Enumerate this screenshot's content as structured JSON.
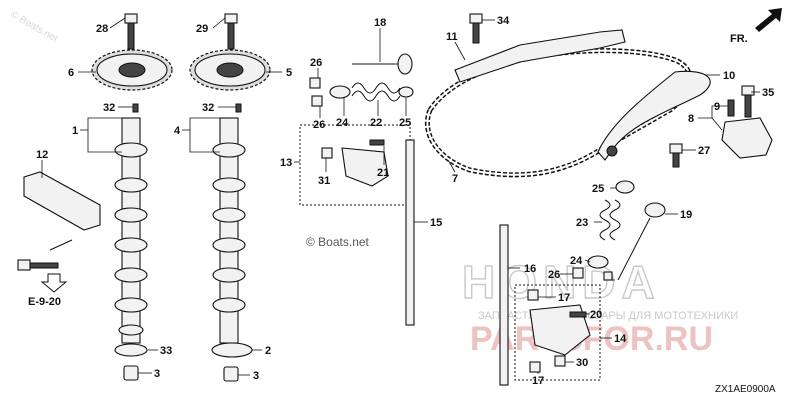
{
  "callouts": {
    "c1": "1",
    "c2": "2",
    "c3a": "3",
    "c3b": "3",
    "c4": "4",
    "c5": "5",
    "c6": "6",
    "c7": "7",
    "c8": "8",
    "c9": "9",
    "c10": "10",
    "c11": "11",
    "c12": "12",
    "c13": "13",
    "c14": "14",
    "c15": "15",
    "c16": "16",
    "c17a": "17",
    "c17b": "17",
    "c18": "18",
    "c19": "19",
    "c20": "20",
    "c21": "21",
    "c22": "22",
    "c23": "23",
    "c24a": "24",
    "c24b": "24",
    "c25a": "25",
    "c25b": "25",
    "c26a": "26",
    "c26b": "26",
    "c26c": "26",
    "c27": "27",
    "c28": "28",
    "c29": "29",
    "c30": "30",
    "c31": "31",
    "c32a": "32",
    "c32b": "32",
    "c33": "33",
    "c34": "34",
    "c35": "35"
  },
  "reference": "E-9-20",
  "direction": "FR.",
  "diagram_code": "ZX1AE0900A",
  "watermarks": {
    "boats_main": "© Boats.net",
    "boats_corner": "© Boats.net",
    "brand": "HONDA",
    "brand_sub": "ЗАПЧАСТИ И АКСЕССУАРЫ ДЛЯ МОТОТЕХНИКИ",
    "site": "PARTSFOR.RU"
  },
  "colors": {
    "ink": "#111111",
    "watermark_gray": "#c9c9c9",
    "watermark_red": "#e8a0a0"
  }
}
